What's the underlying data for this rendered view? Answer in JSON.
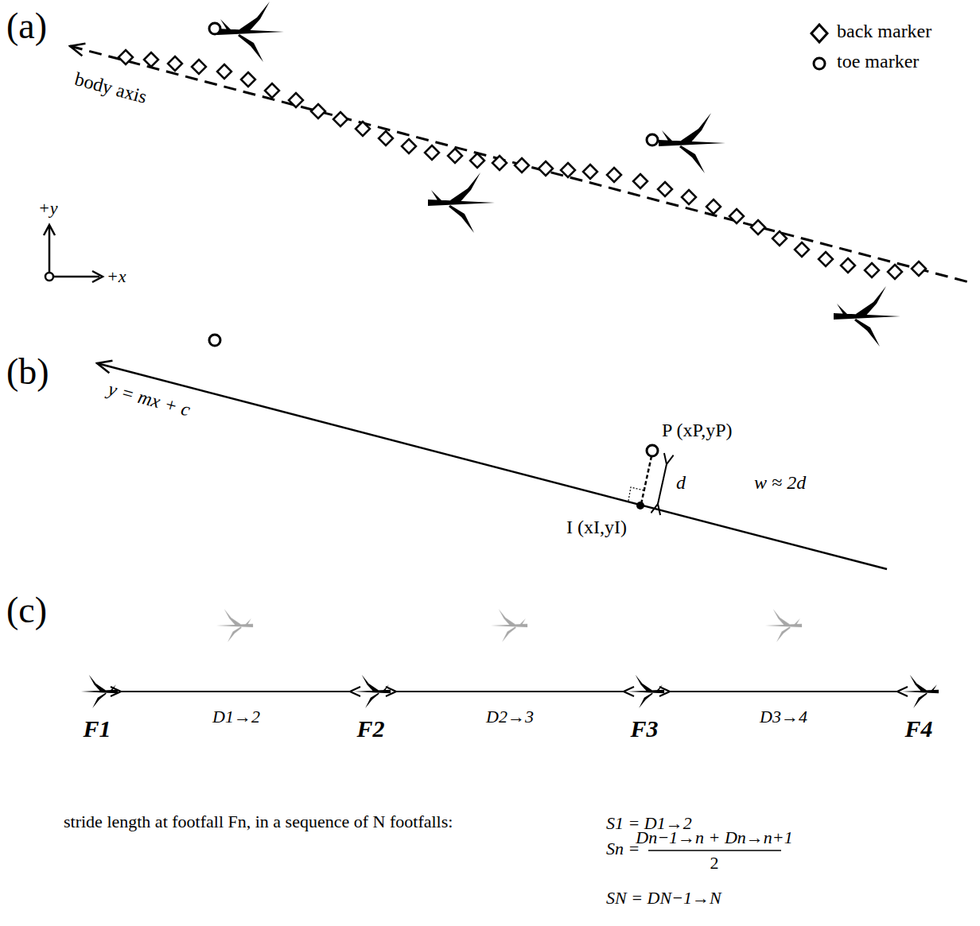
{
  "diagram": {
    "labels": [
      "(a)",
      "body axis",
      "+y",
      "+x",
      "(b)",
      "y = mx + c",
      "P (xP,yP)",
      "d",
      "w ≈ 2d",
      "I (xI,yI)",
      "(c)",
      "D1→2",
      "D2→3",
      "D3→4",
      "F1",
      "F2",
      "F3",
      "F4",
      "stride length at footfall Fn, in a sequence of N footfalls:",
      "S1 = D1→2",
      "Sn =",
      "Dn−1→n + Dn→n+1",
      "2",
      "SN = DN−1→N"
    ],
    "legend": [
      {
        "text": "back marker"
      },
      {
        "text": "toe marker"
      }
    ]
  }
}
